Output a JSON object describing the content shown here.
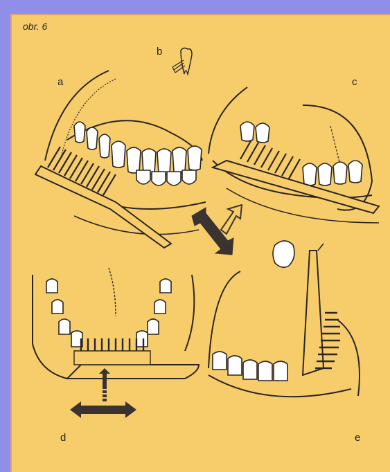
{
  "figure": {
    "title": "obr. 6",
    "panel_labels": {
      "a": "a",
      "b": "b",
      "c": "c",
      "d": "d",
      "e": "e"
    }
  },
  "colors": {
    "page_background": "#8f8ee8",
    "figure_background": "#f7cd6c",
    "figure_border": "#e9a07a",
    "ink": "#2a2522"
  }
}
